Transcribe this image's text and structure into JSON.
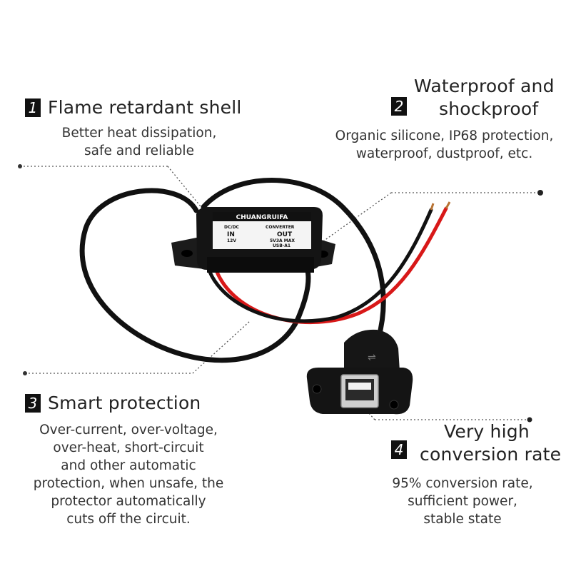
{
  "features": [
    {
      "number": "1",
      "title_line1": "Flame retardant shell",
      "title_line2": "",
      "desc_lines": [
        "Better heat dissipation,",
        "safe and reliable"
      ]
    },
    {
      "number": "2",
      "title_line1": "Waterproof and",
      "title_line2": "shockproof",
      "desc_lines": [
        "Organic silicone, IP68 protection,",
        "waterproof, dustproof, etc."
      ]
    },
    {
      "number": "3",
      "title_line1": "Smart protection",
      "title_line2": "",
      "desc_lines": [
        "Over-current, over-voltage,",
        "over-heat, short-circuit",
        "and other automatic",
        "protection, when unsafe, the",
        "protector automatically",
        "cuts off the circuit."
      ]
    },
    {
      "number": "4",
      "title_line1": "Very high",
      "title_line2": "conversion rate",
      "desc_lines": [
        "95% conversion rate,",
        "sufficient power,",
        "stable state"
      ]
    }
  ],
  "product": {
    "brand": "CHUANGRUIFA",
    "label_left_top": "DC/DC",
    "label_right_top": "CONVERTER",
    "label_in": "IN",
    "label_in_voltage": "12V",
    "label_out": "OUT",
    "label_out_spec": "5V3A MAX",
    "label_usb": "USB-A1"
  },
  "colors": {
    "cable": "#111111",
    "wire_red": "#d81818",
    "module": "#141414",
    "usb_metal": "#cfcfcf"
  }
}
